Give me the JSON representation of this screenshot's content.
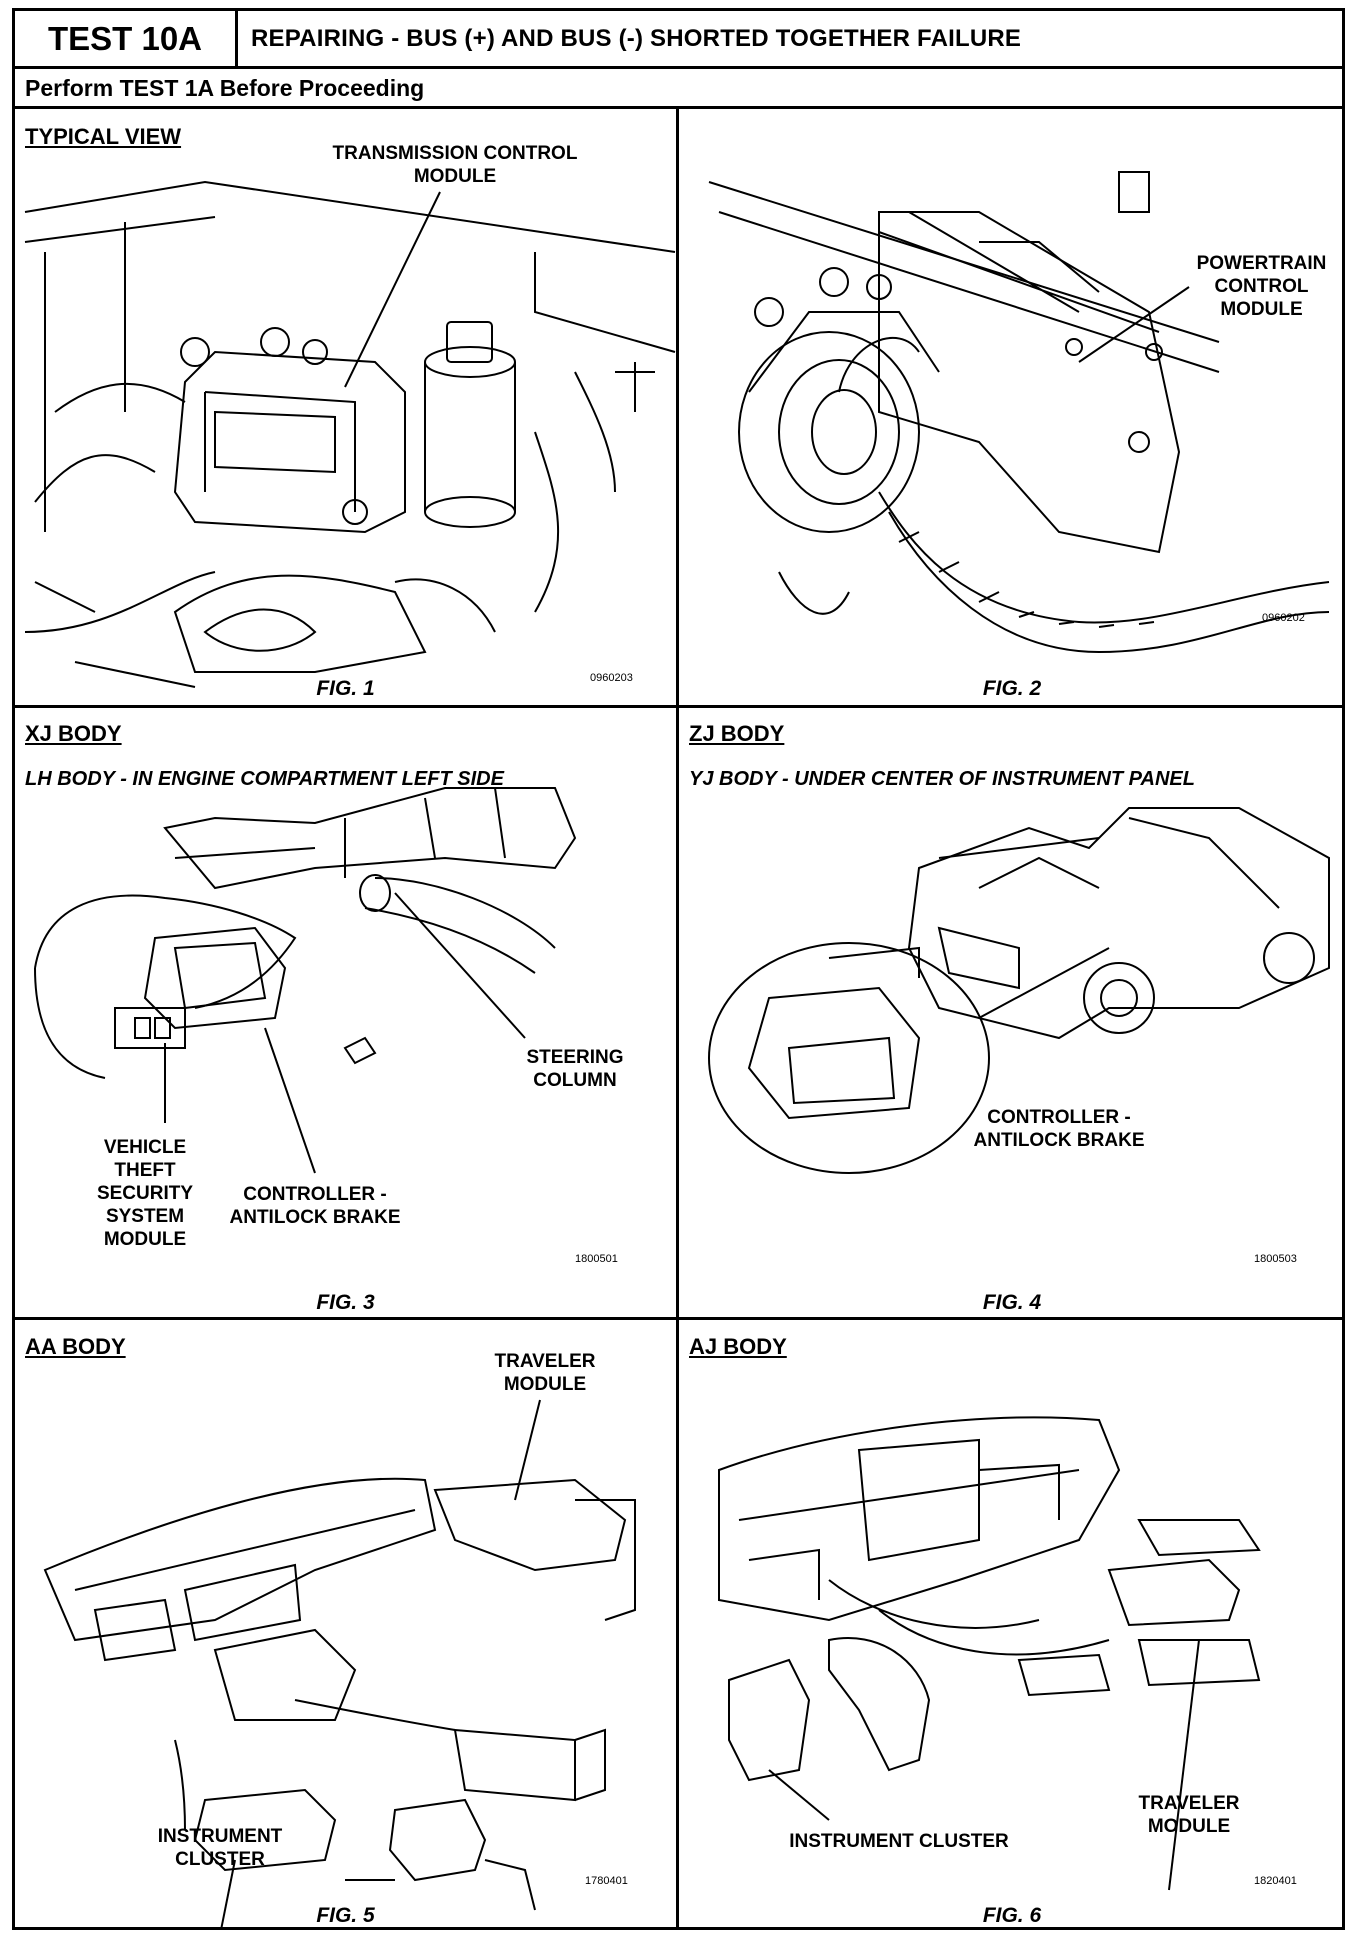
{
  "header": {
    "test_id": "TEST 10A",
    "title": "REPAIRING - BUS (+) AND BUS (-) SHORTED TOGETHER FAILURE",
    "subtitle": "Perform TEST 1A Before Proceeding"
  },
  "panels": {
    "p1": {
      "heading": "TYPICAL VIEW",
      "labels": [
        "TRANSMISSION CONTROL",
        "MODULE"
      ],
      "code": "0960203",
      "figure": "FIG. 1"
    },
    "p2": {
      "labels": [
        "POWERTRAIN",
        "CONTROL",
        "MODULE"
      ],
      "code": "0960202",
      "figure": "FIG. 2"
    },
    "p3": {
      "heading": "XJ BODY",
      "subheading": "LH BODY  -  IN ENGINE COMPARTMENT LEFT SIDE",
      "steering": [
        "STEERING",
        "COLUMN"
      ],
      "controller": [
        "CONTROLLER -",
        "ANTILOCK BRAKE"
      ],
      "vtss": [
        "VEHICLE",
        "THEFT",
        "SECURITY",
        "SYSTEM",
        "MODULE"
      ],
      "code": "1800501",
      "figure": "FIG. 3"
    },
    "p4": {
      "heading": "ZJ BODY",
      "subheading": "YJ BODY  -  UNDER CENTER OF INSTRUMENT PANEL",
      "controller": [
        "CONTROLLER -",
        "ANTILOCK BRAKE"
      ],
      "code": "1800503",
      "figure": "FIG. 4"
    },
    "p5": {
      "heading": "AA BODY",
      "traveler": [
        "TRAVELER",
        "MODULE"
      ],
      "cluster": [
        "INSTRUMENT",
        "CLUSTER"
      ],
      "code": "1780401",
      "figure": "FIG. 5"
    },
    "p6": {
      "heading": "AJ BODY",
      "traveler": [
        "TRAVELER",
        "MODULE"
      ],
      "cluster": "INSTRUMENT CLUSTER",
      "code": "1820401",
      "figure": "FIG. 6"
    }
  }
}
